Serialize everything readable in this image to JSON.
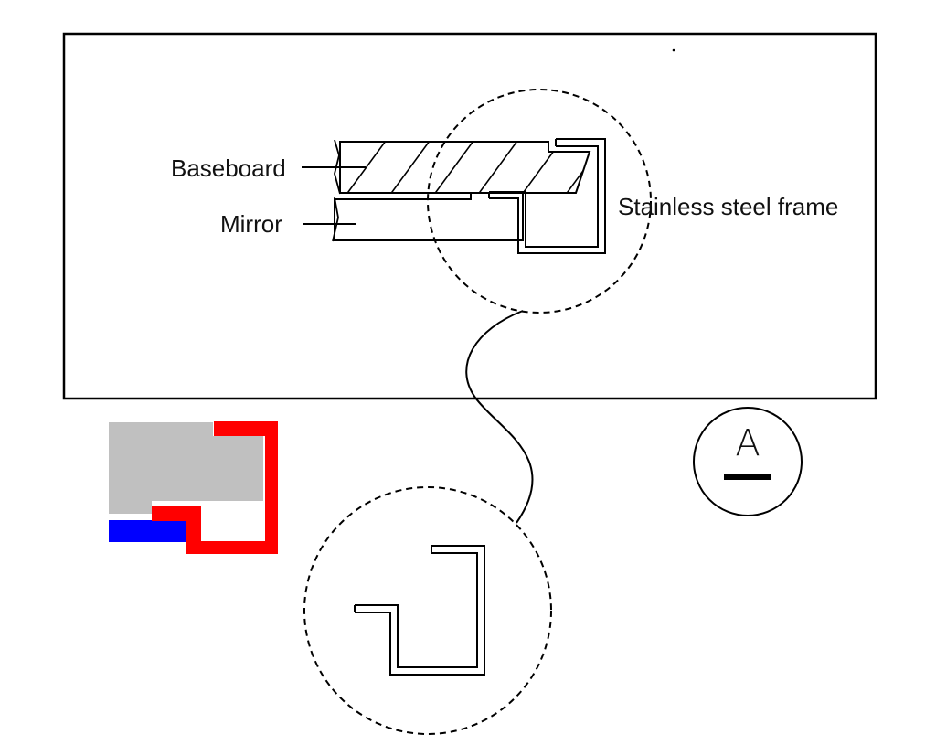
{
  "labels": {
    "baseboard": "Baseboard",
    "mirror": "Mirror",
    "frame": "Stainless steel frame"
  },
  "detail_marker": {
    "letter": "A"
  },
  "colors": {
    "line": "#000000",
    "baseboard_fill": "#c0c0c0",
    "frame_fill": "#ff0000",
    "mirror_fill": "#0000ff"
  }
}
